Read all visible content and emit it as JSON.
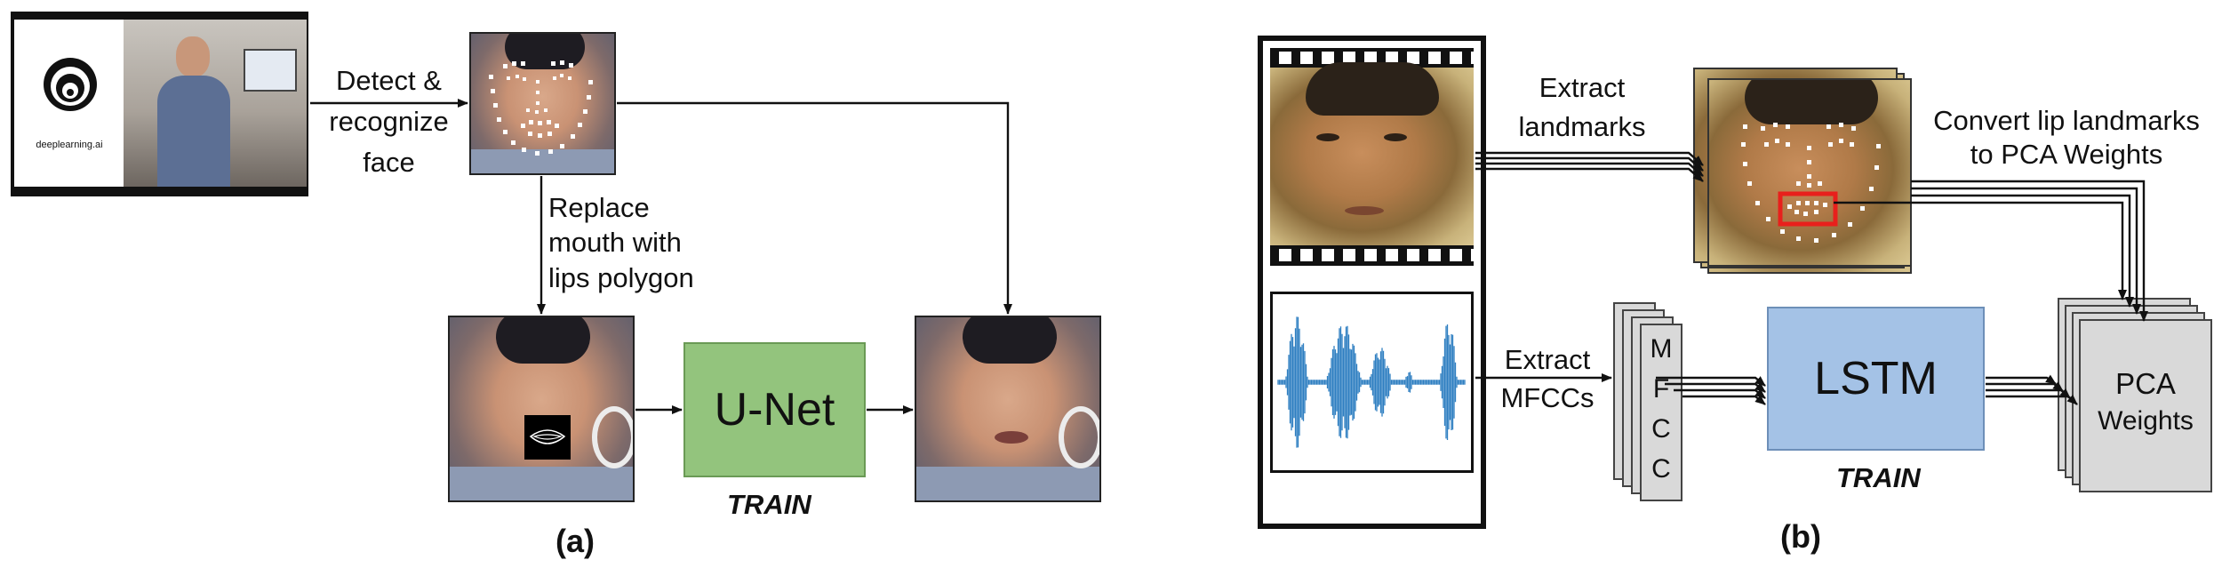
{
  "panel_a": {
    "caption": "(a)",
    "video_logo_text": "deeplearning.ai",
    "label_detect_1": "Detect &",
    "label_detect_2": "recognize",
    "label_detect_3": "face",
    "label_replace_1": "Replace",
    "label_replace_2": "mouth with",
    "label_replace_3": "lips polygon",
    "model_label": "U-Net",
    "train_label": "TRAIN"
  },
  "panel_b": {
    "caption": "(b)",
    "label_extract_landmarks_1": "Extract",
    "label_extract_landmarks_2": "landmarks",
    "label_convert_1": "Convert lip landmarks",
    "label_convert_2": "to PCA Weights",
    "label_extract_mfcc_1": "Extract",
    "label_extract_mfcc_2": "MFCCs",
    "mfcc_letters": [
      "M",
      "F",
      "C",
      "C"
    ],
    "model_label": "LSTM",
    "train_label": "TRAIN",
    "pca_label_1": "PCA",
    "pca_label_2": "Weights"
  },
  "colors": {
    "unet_fill": "#93c47d",
    "lstm_fill": "#a4c2e6",
    "waveform": "#2f7fc1",
    "lip_box": "#e8201c",
    "card_fill": "#d9d9d9"
  }
}
